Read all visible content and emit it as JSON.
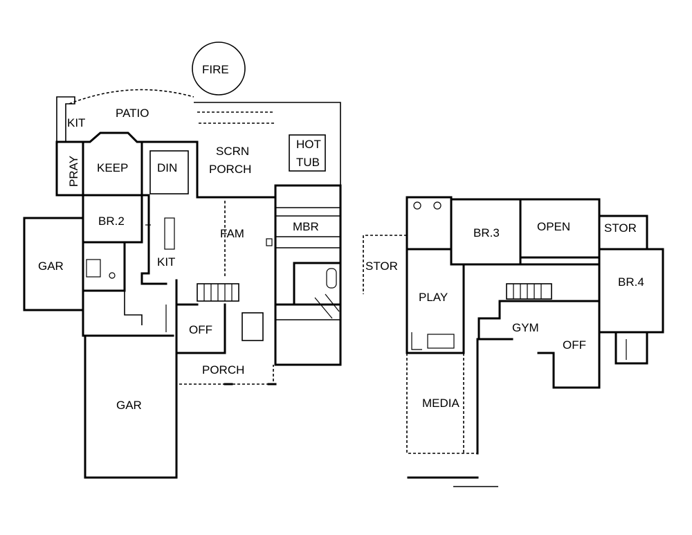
{
  "plan": {
    "main_floor": {
      "rooms": [
        "FIRE",
        "PATIO",
        "KIT",
        "PRAY",
        "KEEP",
        "DIN",
        "SCRN",
        "PORCH",
        "HOT",
        "TUB",
        "BR.2",
        "FAM",
        "MBR",
        "GAR",
        "KIT",
        "OFF",
        "PORCH",
        "GAR"
      ]
    },
    "upper_floor": {
      "rooms": [
        "BR.3",
        "OPEN",
        "STOR",
        "STOR",
        "BR.4",
        "PLAY",
        "GYM",
        "OFF",
        "MEDIA"
      ]
    }
  },
  "colors": {
    "line": "#000000",
    "background": "#ffffff"
  }
}
